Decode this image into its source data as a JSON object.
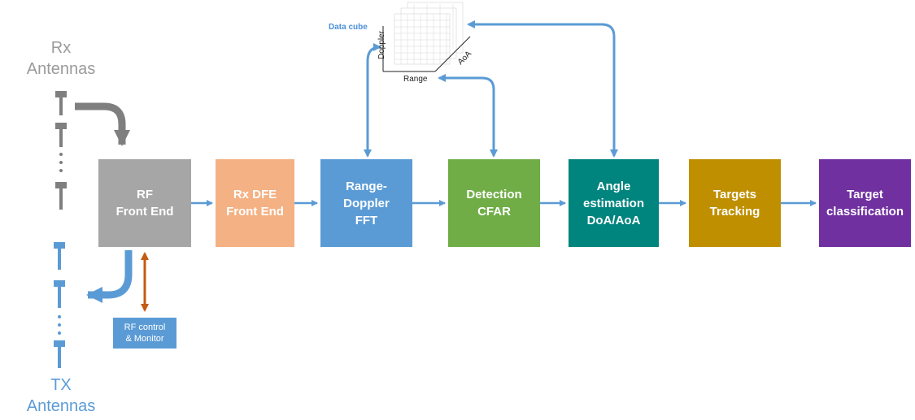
{
  "antennas": {
    "rx_label": "Rx\nAntennas",
    "tx_label": "TX\nAntennas"
  },
  "rf_control": {
    "label": "RF control\n& Monitor"
  },
  "data_cube": {
    "title": "Data cube",
    "axis_doppler": "Doppler",
    "axis_range": "Range",
    "axis_aoa": "AoA"
  },
  "pipeline": [
    {
      "label": "RF\nFront End",
      "color": "#a6a6a6"
    },
    {
      "label": "Rx DFE\nFront End",
      "color": "#f4b183"
    },
    {
      "label": "Range-\nDoppler\nFFT",
      "color": "#5b9bd5"
    },
    {
      "label": "Detection\nCFAR",
      "color": "#70ad47"
    },
    {
      "label": "Angle\nestimation\nDoA/AoA",
      "color": "#00847e"
    },
    {
      "label": "Targets\nTracking",
      "color": "#bf8f00"
    },
    {
      "label": "Target\nclassification",
      "color": "#7030a0"
    }
  ],
  "colors": {
    "arrow_blue": "#5b9bd5",
    "arrow_gray": "#7f7f7f",
    "arrow_brown": "#c55a11",
    "rx_antenna": "#7f7f7f",
    "tx_antenna": "#5b9bd5"
  }
}
